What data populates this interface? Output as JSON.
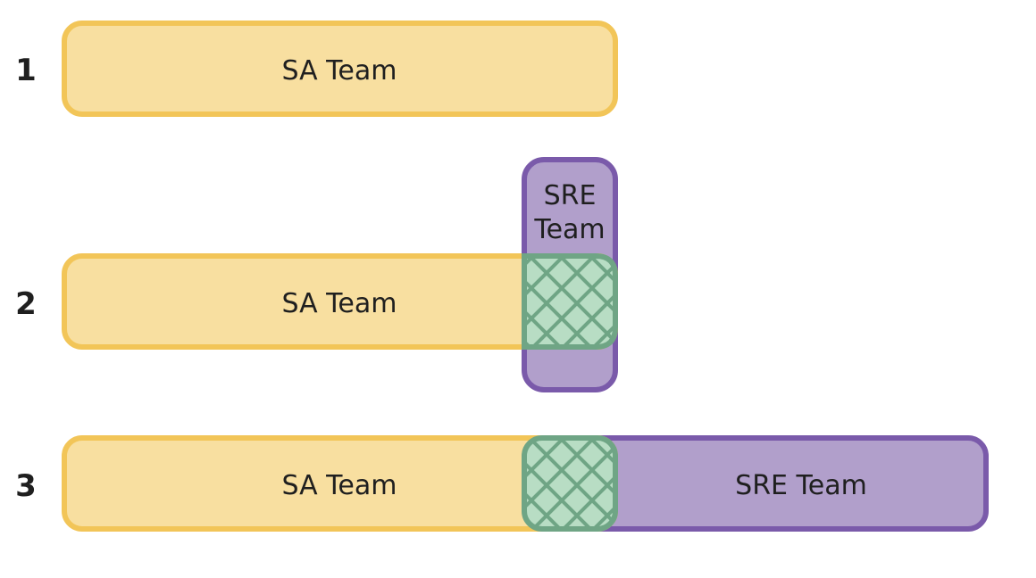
{
  "colors": {
    "sa_fill": "#F8DFA0",
    "sa_stroke": "#F2C558",
    "sre_fill": "#B19FCB",
    "sre_stroke": "#7A5AAA",
    "overlap_fill": "#B8DDC4",
    "overlap_stroke": "#6FA585",
    "text": "#1F1F1F"
  },
  "rows": [
    {
      "number": "1",
      "sa_label": "SA Team"
    },
    {
      "number": "2",
      "sa_label": "SA Team",
      "sre_label_line1": "SRE",
      "sre_label_line2": "Team"
    },
    {
      "number": "3",
      "sa_label": "SA Team",
      "sre_label": "SRE Team"
    }
  ]
}
